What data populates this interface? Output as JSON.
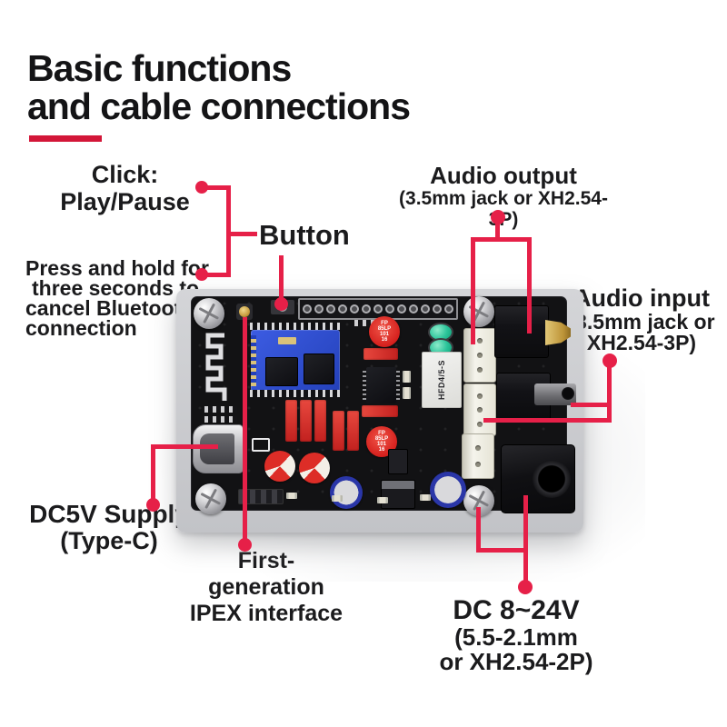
{
  "title": {
    "line1": "Basic functions",
    "line2": "and cable connections"
  },
  "annotations": {
    "click": {
      "line1": "Click:",
      "line2": "Play/Pause"
    },
    "press_hold": {
      "lines": [
        "Press and hold for",
        "three seconds to",
        "cancel Bluetooth",
        "connection"
      ]
    },
    "button": {
      "label": "Button"
    },
    "audio_output": {
      "title": "Audio output",
      "subtitle": "(3.5mm jack or XH2.54-3P)"
    },
    "audio_input": {
      "title": "Audio input",
      "subtitle_line1": "(3.5mm jack or",
      "subtitle_line2": "XH2.54-3P)"
    },
    "dc5v_supply": {
      "title": "DC5V Supply",
      "subtitle": "(Type-C)"
    },
    "ipex": {
      "line1": "First-generation",
      "line2": "IPEX interface"
    },
    "dc_power": {
      "title": "DC 8~24V",
      "subtitle_line1": "(5.5-2.1mm",
      "subtitle_line2": "or XH2.54-2P)"
    }
  },
  "board": {
    "relay_label": "HFD4/5-S",
    "capacitor_label": "FP 85LP 101 16"
  },
  "colors": {
    "accent": "#E62048",
    "underline": "#D31638",
    "text": "#1D1D1F",
    "pcb": "#121214",
    "module_blue": "#2E4CD0",
    "led_green": "#2CC49A"
  }
}
